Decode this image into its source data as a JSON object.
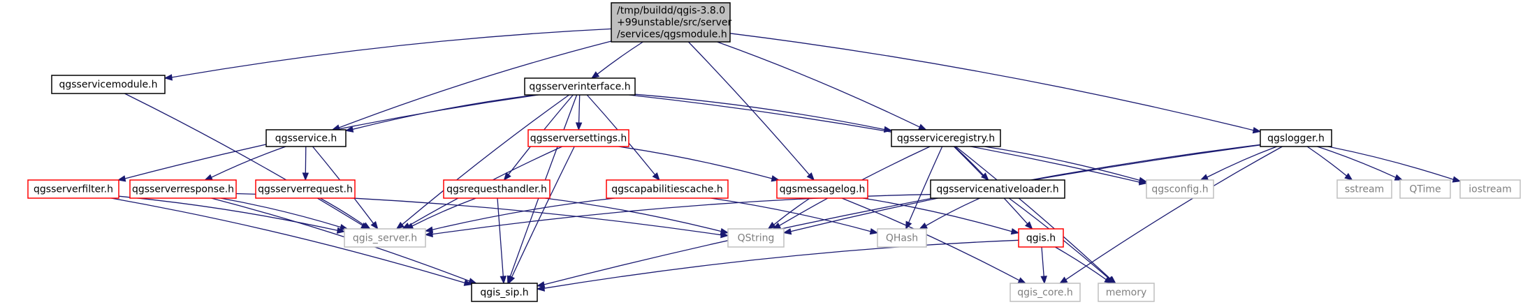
{
  "colors": {
    "edge": "#191970",
    "root_fill": "#bfbfbf",
    "black_border": "#000000",
    "red_border": "#ff0000",
    "grey_border": "#bfbfbf",
    "text": "#000000",
    "grey_text": "#7f7f7f"
  },
  "nodes": [
    {
      "id": "root",
      "lines": [
        "/tmp/buildd/qgis-3.8.0",
        "+99unstable/src/server",
        "/services/qgsmodule.h"
      ],
      "style": "root"
    },
    {
      "id": "qgsservicemodule",
      "lines": [
        "qgsservicemodule.h"
      ],
      "style": "black"
    },
    {
      "id": "qgsserverinterface",
      "lines": [
        "qgsserverinterface.h"
      ],
      "style": "black"
    },
    {
      "id": "qgsservice",
      "lines": [
        "qgsservice.h"
      ],
      "style": "black"
    },
    {
      "id": "qgsserviceregistry",
      "lines": [
        "qgsserviceregistry.h"
      ],
      "style": "black"
    },
    {
      "id": "qgslogger",
      "lines": [
        "qgslogger.h"
      ],
      "style": "black"
    },
    {
      "id": "qgsserversettings",
      "lines": [
        "qgsserversettings.h"
      ],
      "style": "red"
    },
    {
      "id": "qgsserverfilter",
      "lines": [
        "qgsserverfilter.h"
      ],
      "style": "red"
    },
    {
      "id": "qgsserverresponse",
      "lines": [
        "qgsserverresponse.h"
      ],
      "style": "red"
    },
    {
      "id": "qgsserverrequest",
      "lines": [
        "qgsserverrequest.h"
      ],
      "style": "red"
    },
    {
      "id": "qgsrequesthandler",
      "lines": [
        "qgsrequesthandler.h"
      ],
      "style": "red"
    },
    {
      "id": "qgscapabilitiescache",
      "lines": [
        "qgscapabilitiescache.h"
      ],
      "style": "red"
    },
    {
      "id": "qgsmessagelog",
      "lines": [
        "qgsmessagelog.h"
      ],
      "style": "red"
    },
    {
      "id": "qgsservicenativeloader",
      "lines": [
        "qgsservicenativeloader.h"
      ],
      "style": "black"
    },
    {
      "id": "qgsconfig",
      "lines": [
        "qgsconfig.h"
      ],
      "style": "grey"
    },
    {
      "id": "sstream",
      "lines": [
        "sstream"
      ],
      "style": "grey"
    },
    {
      "id": "QTime",
      "lines": [
        "QTime"
      ],
      "style": "grey"
    },
    {
      "id": "iostream",
      "lines": [
        "iostream"
      ],
      "style": "grey"
    },
    {
      "id": "qgis_server",
      "lines": [
        "qgis_server.h"
      ],
      "style": "grey"
    },
    {
      "id": "QString",
      "lines": [
        "QString"
      ],
      "style": "grey"
    },
    {
      "id": "QHash",
      "lines": [
        "QHash"
      ],
      "style": "grey"
    },
    {
      "id": "qgis",
      "lines": [
        "qgis.h"
      ],
      "style": "red"
    },
    {
      "id": "qgis_sip",
      "lines": [
        "qgis_sip.h"
      ],
      "style": "black"
    },
    {
      "id": "qgis_core",
      "lines": [
        "qgis_core.h"
      ],
      "style": "grey"
    },
    {
      "id": "memory",
      "lines": [
        "memory"
      ],
      "style": "grey"
    }
  ],
  "edges": [
    [
      "root",
      "qgsservicemodule"
    ],
    [
      "root",
      "qgsserverinterface"
    ],
    [
      "root",
      "qgsservice"
    ],
    [
      "root",
      "qgsmessagelog"
    ],
    [
      "root",
      "qgsserviceregistry"
    ],
    [
      "root",
      "qgslogger"
    ],
    [
      "qgsservicemodule",
      "qgis_server"
    ],
    [
      "qgsserverinterface",
      "qgsservice"
    ],
    [
      "qgsserverinterface",
      "qgsserversettings"
    ],
    [
      "qgsserverinterface",
      "qgsrequesthandler"
    ],
    [
      "qgsserverinterface",
      "qgscapabilitiescache"
    ],
    [
      "qgsserverinterface",
      "qgsserviceregistry"
    ],
    [
      "qgsserverinterface",
      "qgsconfig"
    ],
    [
      "qgsserverinterface",
      "qgsserverfilter"
    ],
    [
      "qgsserverinterface",
      "qgis_server"
    ],
    [
      "qgsserverinterface",
      "qgis_sip"
    ],
    [
      "qgsservice",
      "qgsserverresponse"
    ],
    [
      "qgsservice",
      "qgsserverrequest"
    ],
    [
      "qgsservice",
      "qgis_server"
    ],
    [
      "qgsserversettings",
      "qgsmessagelog"
    ],
    [
      "qgsserversettings",
      "qgis_server"
    ],
    [
      "qgsserversettings",
      "qgis_sip"
    ],
    [
      "qgsserviceregistry",
      "qgsservicenativeloader"
    ],
    [
      "qgsserviceregistry",
      "qgsconfig"
    ],
    [
      "qgsserviceregistry",
      "QString"
    ],
    [
      "qgsserviceregistry",
      "QHash"
    ],
    [
      "qgsserviceregistry",
      "qgis"
    ],
    [
      "qgsserviceregistry",
      "memory"
    ],
    [
      "qgslogger",
      "qgsconfig"
    ],
    [
      "qgslogger",
      "sstream"
    ],
    [
      "qgslogger",
      "QTime"
    ],
    [
      "qgslogger",
      "iostream"
    ],
    [
      "qgslogger",
      "QString"
    ],
    [
      "qgslogger",
      "qgis_sip"
    ],
    [
      "qgslogger",
      "qgis_core"
    ],
    [
      "qgsserverfilter",
      "qgis_server"
    ],
    [
      "qgsserverfilter",
      "qgis_sip"
    ],
    [
      "qgsserverresponse",
      "qgis_server"
    ],
    [
      "qgsserverresponse",
      "QString"
    ],
    [
      "qgsserverresponse",
      "qgis_sip"
    ],
    [
      "qgsserverrequest",
      "qgis_server"
    ],
    [
      "qgsrequesthandler",
      "qgis_server"
    ],
    [
      "qgsrequesthandler",
      "QString"
    ],
    [
      "qgsrequesthandler",
      "qgis_sip"
    ],
    [
      "qgscapabilitiescache",
      "qgis_server"
    ],
    [
      "qgscapabilitiescache",
      "QHash"
    ],
    [
      "qgsmessagelog",
      "QString"
    ],
    [
      "qgsmessagelog",
      "qgis"
    ],
    [
      "qgsmessagelog",
      "qgis_core"
    ],
    [
      "qgsservicenativeloader",
      "qgis_server"
    ],
    [
      "qgsservicenativeloader",
      "QHash"
    ],
    [
      "qgsservicenativeloader",
      "memory"
    ],
    [
      "qgis",
      "qgis_sip"
    ],
    [
      "qgis",
      "qgis_core"
    ],
    [
      "qgis",
      "memory"
    ]
  ]
}
